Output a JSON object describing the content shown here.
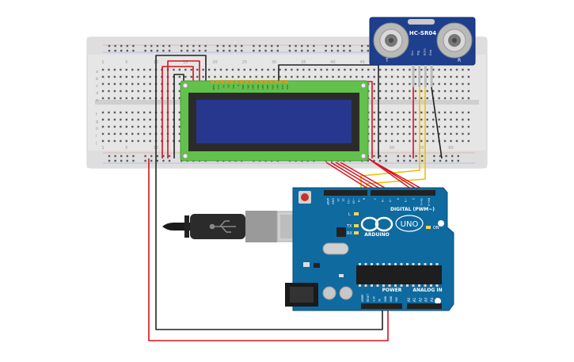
{
  "sensor": {
    "label": "HC-SR04",
    "left_mark": "T",
    "right_mark": "R",
    "pins": [
      "Vcc",
      "Trig",
      "Echo",
      "Gnd"
    ]
  },
  "breadboard": {
    "row_letters_top": [
      "a",
      "b",
      "c",
      "d",
      "e"
    ],
    "row_letters_bottom": [
      "f",
      "g",
      "h",
      "i",
      "j"
    ],
    "column_numbers": [
      "1",
      "5",
      "10",
      "15",
      "20",
      "25",
      "30",
      "35",
      "40",
      "45",
      "50",
      "55",
      "60"
    ]
  },
  "lcd": {
    "pins": [
      "GND",
      "VCC",
      "V0",
      "RS",
      "RW",
      "E",
      "DB0",
      "DB1",
      "DB2",
      "DB3",
      "DB4",
      "DB5",
      "DB6",
      "DB7",
      "LED",
      "LED"
    ]
  },
  "arduino": {
    "brand": "ARDUINO",
    "model": "UNO",
    "digital_label": "DIGITAL (PWM~)",
    "power_label": "POWER",
    "analog_label": "ANALOG IN",
    "on_label": "ON",
    "led_labels": [
      "L",
      "TX",
      "RX"
    ],
    "power_pins": [
      "IOREF",
      "RESET",
      "3.3V",
      "5V",
      "GND",
      "GND",
      "VIN"
    ],
    "analog_pins": [
      "A0",
      "A1",
      "A2",
      "A3",
      "A4",
      "A5"
    ],
    "digital_pins": [
      "AREF",
      "GND",
      "13",
      "12",
      "~11",
      "~10",
      "~9",
      "8",
      "7",
      "~6",
      "~5",
      "4",
      "~3",
      "2",
      "TX→1",
      "RX←0"
    ]
  },
  "colors": {
    "board_blue": "#0f6aa0",
    "lcd_green": "#62c14b",
    "lcd_screen": "#27378d",
    "wire_red": "#d7121d",
    "wire_black": "#222222",
    "wire_yellow": "#f2c000",
    "breadboard": "#e6e6e6"
  }
}
